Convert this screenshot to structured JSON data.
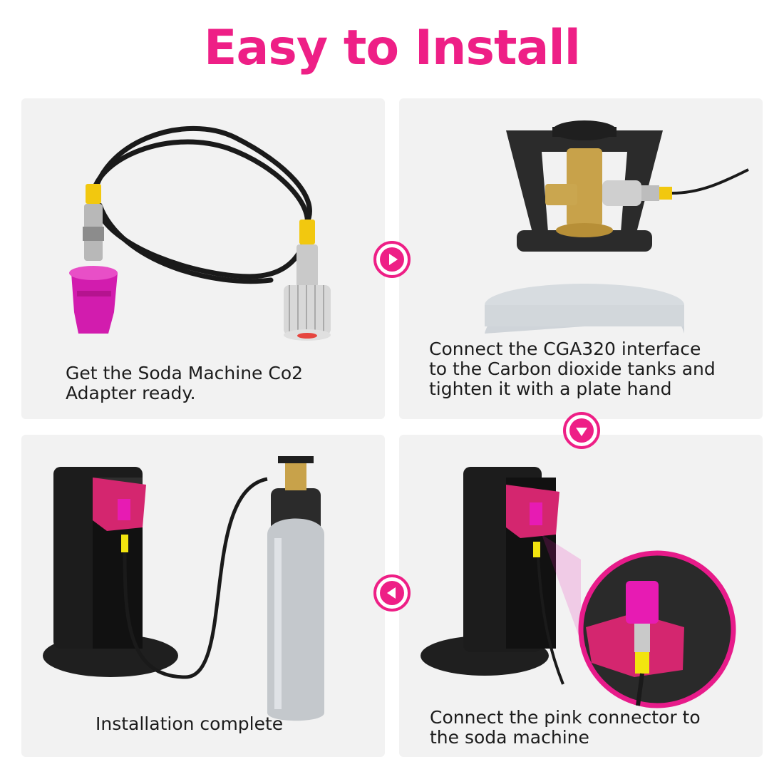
{
  "title": "Easy to Install",
  "colors": {
    "accent": "#ee1f86",
    "panel_bg": "#f2f2f2",
    "text": "#1c1c1c"
  },
  "steps": [
    {
      "caption_lines": [
        "Get the Soda Machine Co2",
        "Adapter ready."
      ]
    },
    {
      "caption_lines": [
        "Connect the CGA320 interface",
        "to the Carbon dioxide tanks and",
        "tighten it with a plate hand"
      ]
    },
    {
      "caption_lines": [
        "Installation complete"
      ]
    },
    {
      "caption_lines": [
        "Connect the pink connector to",
        "the soda machine"
      ]
    }
  ],
  "arrows": [
    {
      "icon": "arrow-right-icon",
      "direction": "right"
    },
    {
      "icon": "arrow-down-icon",
      "direction": "down"
    },
    {
      "icon": "arrow-left-icon",
      "direction": "left"
    }
  ]
}
